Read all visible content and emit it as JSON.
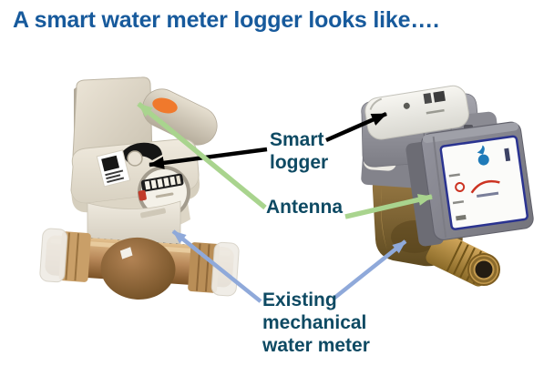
{
  "slide": {
    "title": "A smart water meter logger looks like….",
    "background": "#ffffff"
  },
  "callouts": {
    "smart_logger": {
      "lines": [
        "Smart",
        "logger"
      ]
    },
    "antenna": {
      "lines": [
        "Antenna"
      ]
    },
    "existing_meter": {
      "lines": [
        "Existing",
        "mechanical",
        "water meter"
      ]
    }
  },
  "colors": {
    "title_text": "#175a9c",
    "callout_text": "#0e4a63",
    "arrow_smart_logger": "#000000",
    "arrow_antenna": "#a9d48e",
    "arrow_existing_meter": "#8fa9da"
  },
  "images": {
    "left_meter": "white-smart-logger-on-brass-mechanical-water-meter-photo",
    "right_meter": "grey-smart-logger-valve-unit-on-brass-meter-body-photo"
  }
}
